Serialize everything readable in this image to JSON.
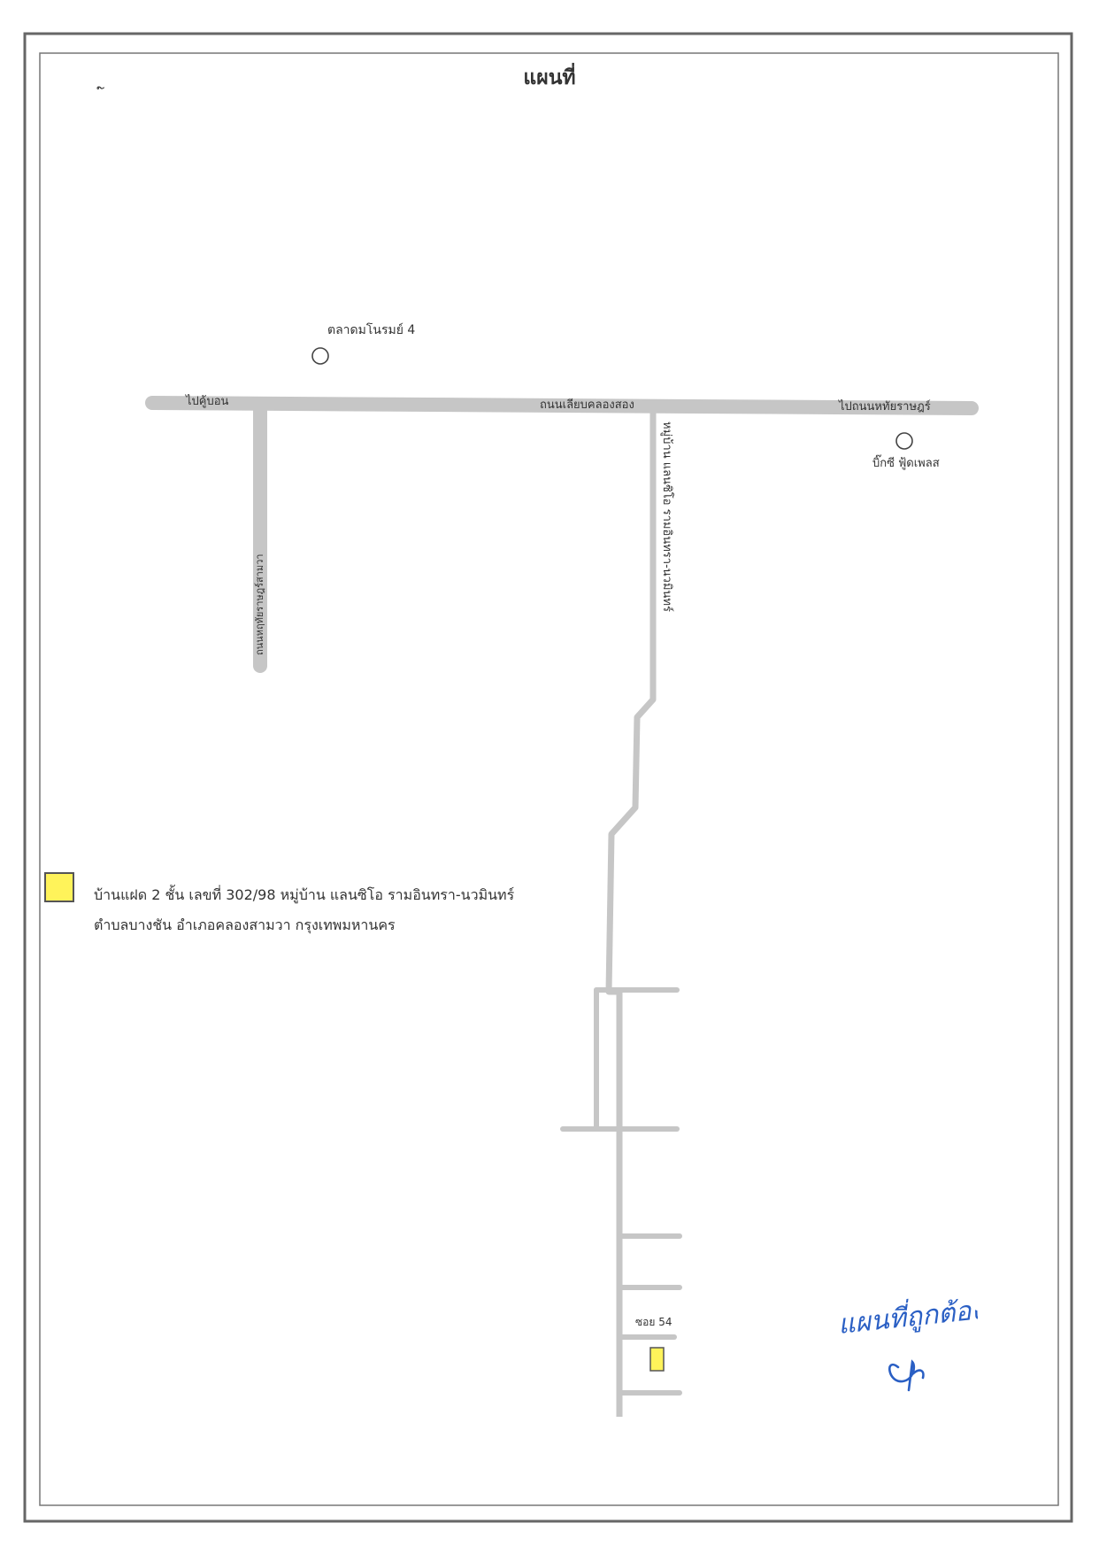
{
  "title": "แผนที่",
  "roads": {
    "main": "ถนนเลียบคลองสอง",
    "to_west": "ไปคู้บอน",
    "to_east": "ไปถนนหทัยราษฎร์",
    "west_branch": "ถนนหฤทัยราษฎร์สามวา",
    "village_road": "หมู่บ้าน แลนซิโอ รามอินทรา-นวมินทร์",
    "soi": "ซอย 54"
  },
  "landmarks": {
    "market": "ตลาดมโนรมย์ 4",
    "bigc": "บิ๊กซี ฟู้ดเพลส"
  },
  "legend": {
    "line1": "บ้านแฝด 2 ชั้น  เลขที่ 302/98  หมู่บ้าน แลนซิโอ รามอินทรา-นวมินทร์",
    "line2": "ตำบลบางชัน  อำเภอคลองสามวา  กรุงเทพมหานคร"
  },
  "annotation": {
    "handwritten_note": "แผนที่ถูกต้อง"
  },
  "colors": {
    "road": "#c6c6c6",
    "marker": "#fff35a",
    "ink": "#2a5fc4",
    "border": "#666666"
  }
}
